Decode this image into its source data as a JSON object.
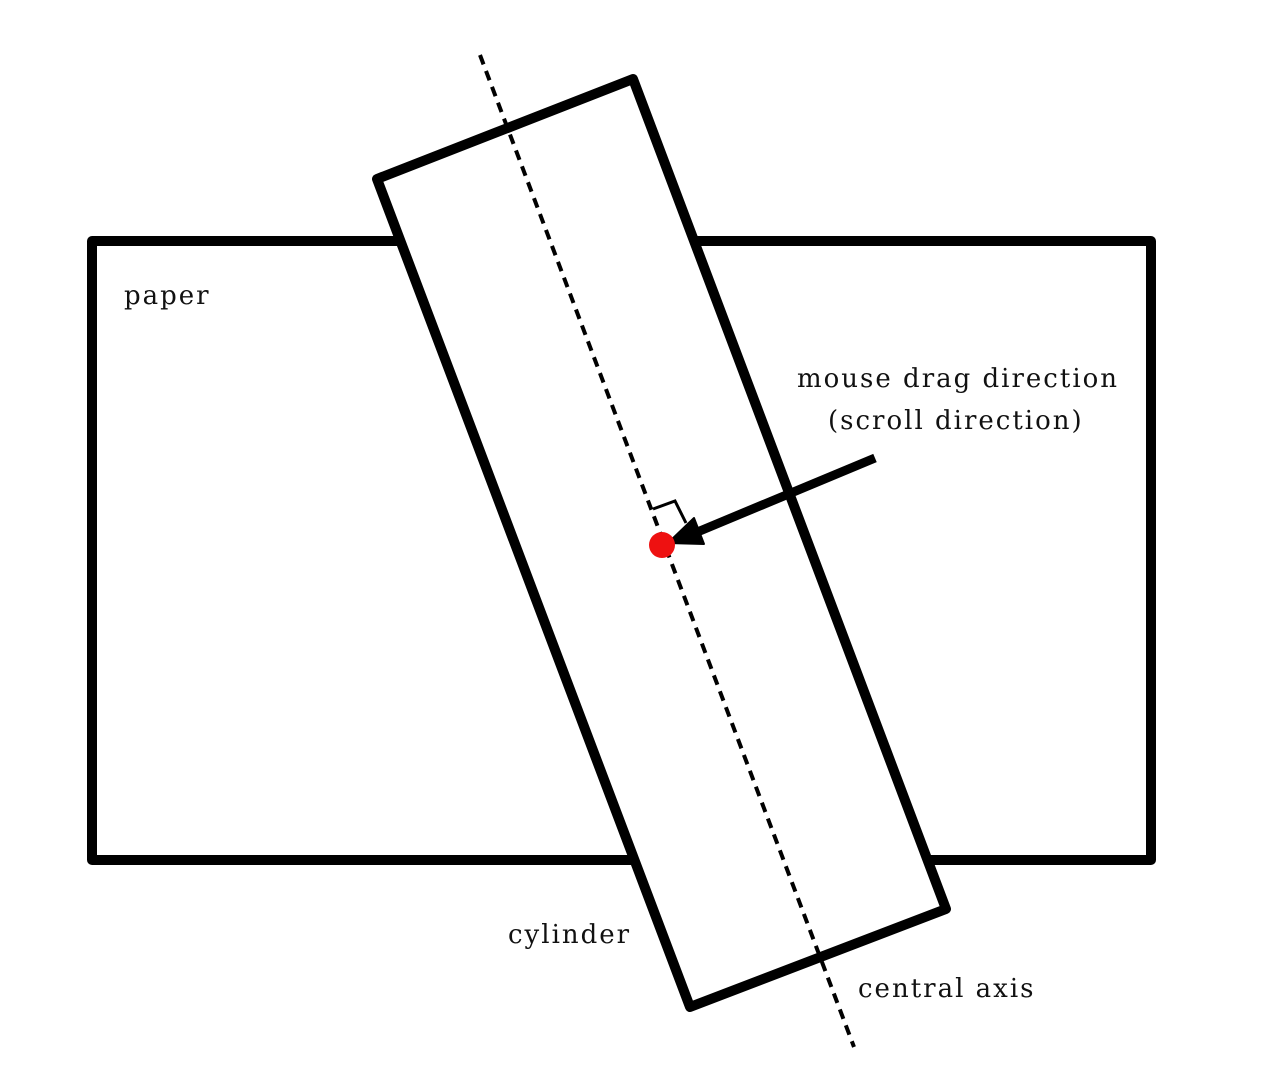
{
  "labels": {
    "paper": "paper",
    "drag_direction": "mouse drag direction",
    "scroll_direction": "(scroll direction)",
    "cylinder": "cylinder",
    "central_axis": "central axis"
  },
  "colors": {
    "stroke": "#000000",
    "contact_point": "#ee1111",
    "background": "#ffffff"
  }
}
